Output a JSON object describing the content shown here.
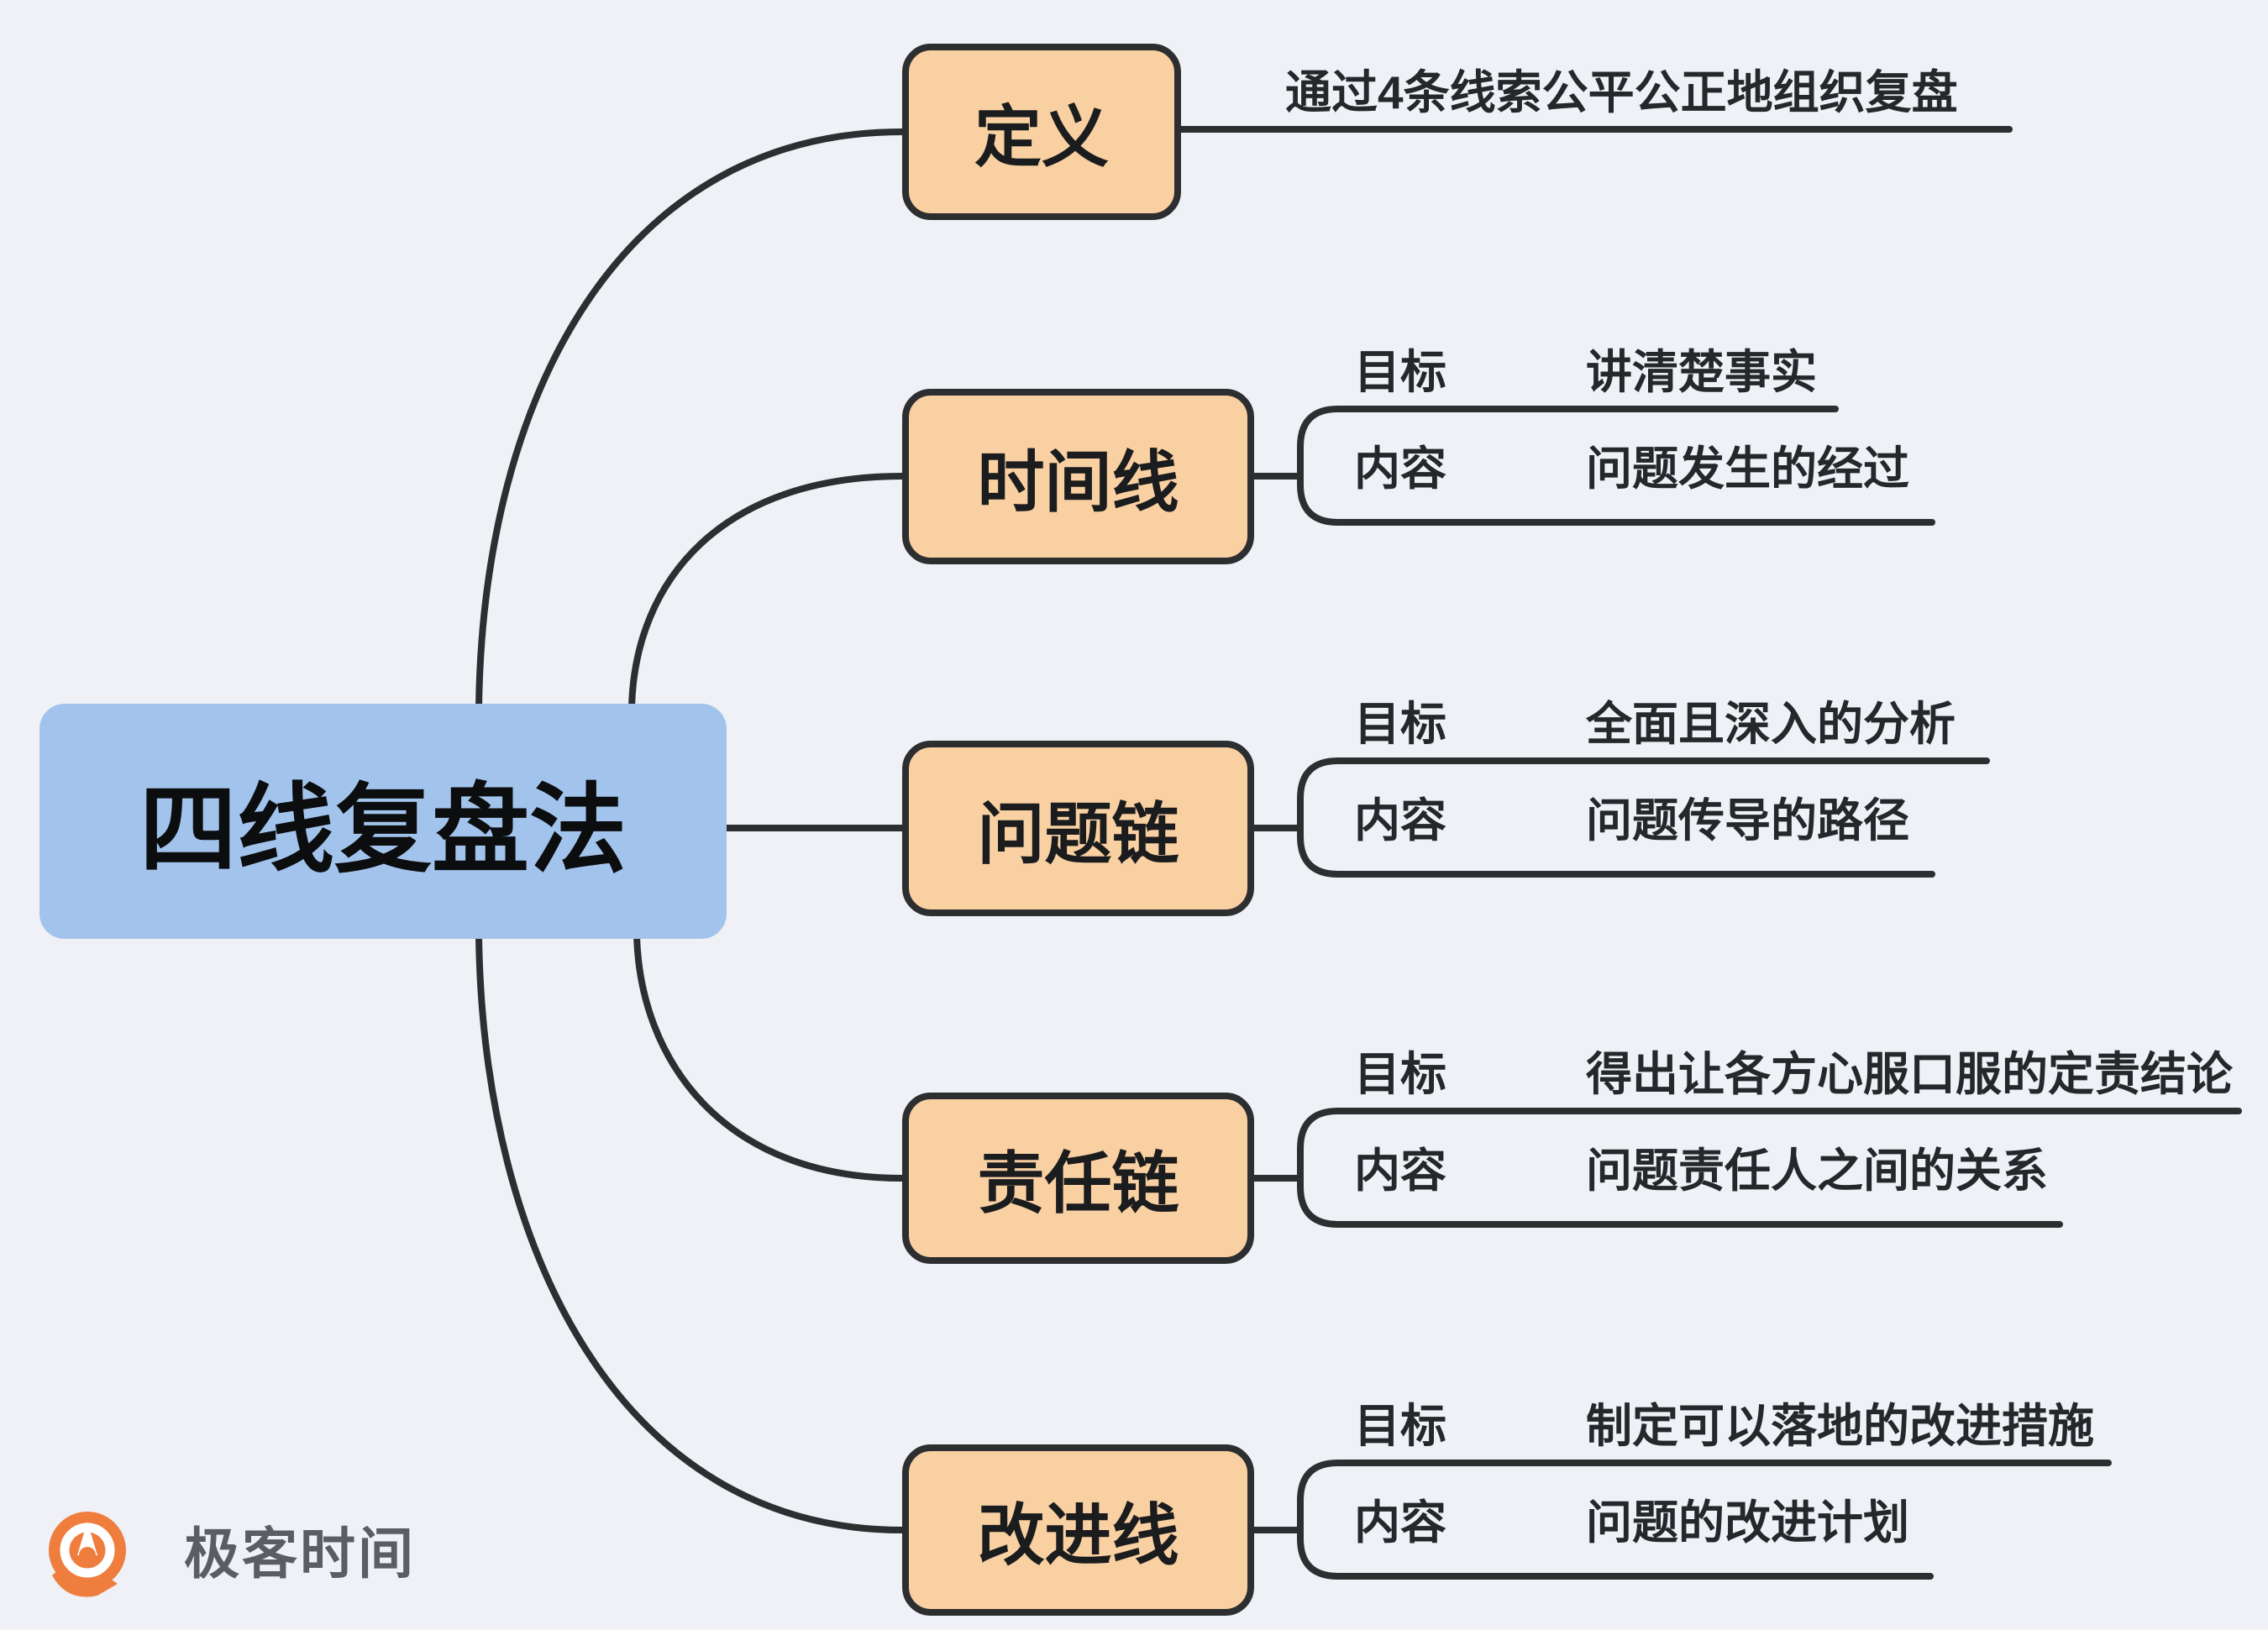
{
  "root": {
    "label": "四线复盘法"
  },
  "branches": [
    {
      "label": "定义",
      "note": "通过4条线索公平公正地组织复盘"
    },
    {
      "label": "时间线",
      "goal_label": "目标",
      "goal_value": "讲清楚事实",
      "content_label": "内容",
      "content_value": "问题发生的经过"
    },
    {
      "label": "问题链",
      "goal_label": "目标",
      "goal_value": "全面且深入的分析",
      "content_label": "内容",
      "content_value": "问题传导的路径"
    },
    {
      "label": "责任链",
      "goal_label": "目标",
      "goal_value": "得出让各方心服口服的定责结论",
      "content_label": "内容",
      "content_value": "问题责任人之间的关系"
    },
    {
      "label": "改进线",
      "goal_label": "目标",
      "goal_value": "制定可以落地的改进措施",
      "content_label": "内容",
      "content_value": "问题的改进计划"
    }
  ],
  "watermark": {
    "brand": "极客时间"
  },
  "colors": {
    "background": "#eff1f6",
    "root_fill": "#a2c4ec",
    "branch_fill": "#f9d0a2",
    "line": "#2d2e30",
    "text": "#1b1c1e",
    "logo_orange": "#ef7e3e",
    "logo_text": "#5c5d63"
  }
}
